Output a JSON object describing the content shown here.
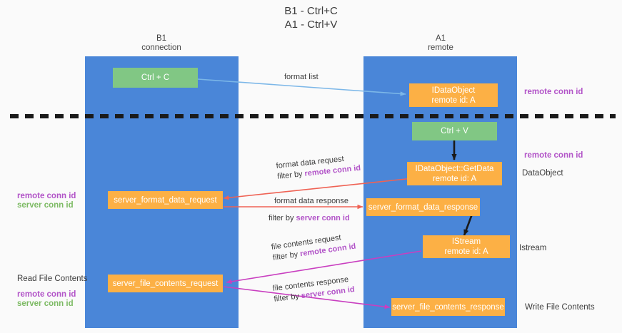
{
  "title": {
    "line1": "B1 - Ctrl+C",
    "line2": "A1 - Ctrl+V"
  },
  "lanes": [
    {
      "id": "b1",
      "name": "B1",
      "sub": "connection",
      "color": "#4a86d8"
    },
    {
      "id": "a1",
      "name": "A1",
      "sub": "remote",
      "color": "#4a86d8"
    }
  ],
  "colors": {
    "lane": "#4a86d8",
    "green_box": "#81c784",
    "orange_box": "#fcb045",
    "remote_conn_id": "#b254c8",
    "server_conn_id_green": "#7cba63",
    "server_conn_id_purple": "#b254c8",
    "arrow_blue": "#7cb7e8",
    "arrow_red": "#ef6254",
    "arrow_magenta": "#c93fc0",
    "arrow_black": "#1a1a1a",
    "divider": "#1a1a1a",
    "background": "#fafafa"
  },
  "nodes": {
    "ctrl_c": {
      "label": "Ctrl + C"
    },
    "ctrl_v": {
      "label": "Ctrl + V"
    },
    "idataobject": {
      "line1": "IDataObject",
      "line2": "remote id: A"
    },
    "getdata": {
      "line1": "IDataObject::GetData",
      "line2": "remote id: A"
    },
    "istream": {
      "line1": "IStream",
      "line2": "remote id: A"
    },
    "server_format_data_request": {
      "label": "server_format_data_request"
    },
    "server_format_data_response": {
      "label": "server_format_data_response"
    },
    "server_file_contents_request": {
      "label": "server_file_contents_request"
    },
    "server_file_contents_response": {
      "label": "server_file_contents_response"
    }
  },
  "edges": {
    "format_list": {
      "label": "format list"
    },
    "format_data_request": {
      "line1": "format data request",
      "filter_prefix": "filter by ",
      "filter_token": "remote conn id"
    },
    "format_data_response": {
      "line1": "format data response",
      "filter_prefix": "filter by ",
      "filter_token": "server conn id"
    },
    "file_contents_request": {
      "line1": "file contents request",
      "filter_prefix": "filter by ",
      "filter_token": "remote conn id"
    },
    "file_contents_response": {
      "line1": "file contents response",
      "filter_prefix": "filter by ",
      "filter_token": "server conn id"
    }
  },
  "annotations": {
    "remote_conn_id_top": "remote conn id",
    "remote_conn_id_mid": "remote conn id",
    "dataobject": "DataObject",
    "istream_label": "Istream",
    "write_file_contents": "Write File Contents",
    "read_file_contents": "Read File Contents",
    "left_mid_remote": "remote conn id",
    "left_mid_server": "server conn id",
    "left_bottom_remote": "remote conn id",
    "left_bottom_server": "server conn id"
  }
}
